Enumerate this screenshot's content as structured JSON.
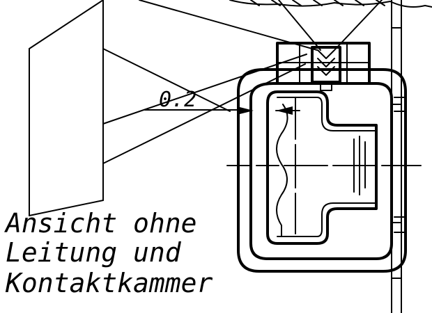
{
  "drawing": {
    "dimension_value": "0.2",
    "note_lines": [
      "Ansicht ohne",
      "Leitung und",
      "Kontaktkammer"
    ]
  }
}
